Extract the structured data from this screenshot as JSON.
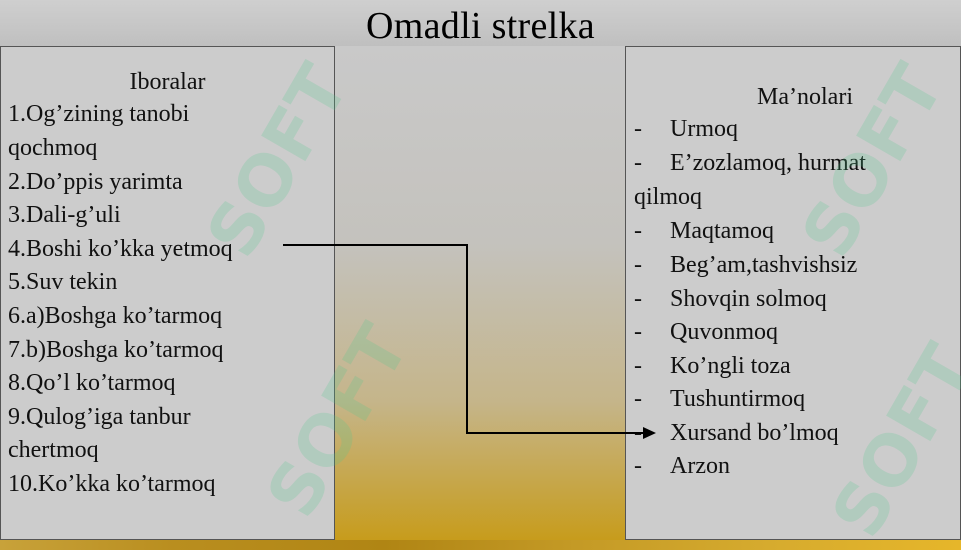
{
  "title": "Omadli strelka",
  "left": {
    "heading": "Iboralar",
    "lines": [
      "1.Og’zining tanobi",
      "qochmoq",
      "2.Do’ppis yarimta",
      "3.Dali-g’uli",
      "4.Boshi ko’kka yetmoq",
      "5.Suv tekin",
      "6.a)Boshga ko’tarmoq",
      "7.b)Boshga ko’tarmoq",
      "8.Qo’l ko’tarmoq",
      "9.Qulog’iga tanbur",
      "chertmoq",
      "10.Ko’kka ko’tarmoq"
    ]
  },
  "right": {
    "heading": "Ma’nolari",
    "items": [
      {
        "dash": "-",
        "text": "Urmoq"
      },
      {
        "dash": "-",
        "text": "E’zozlamoq, hurmat"
      },
      {
        "dash": "",
        "text": "qilmoq"
      },
      {
        "dash": "-",
        "text": "Maqtamoq"
      },
      {
        "dash": "-",
        "text": "Beg’am,tashvishsiz"
      },
      {
        "dash": "-",
        "text": "Shovqin solmoq"
      },
      {
        "dash": "-",
        "text": "Quvonmoq"
      },
      {
        "dash": "-",
        "text": "Ko’ngli toza"
      },
      {
        "dash": "-",
        "text": "Tushuntirmoq"
      },
      {
        "dash": "-",
        "text": "Xursand bo’lmoq"
      },
      {
        "dash": "-",
        "text": "Arzon"
      }
    ]
  },
  "watermark": "SOFT",
  "colors": {
    "panel": "#cccccc",
    "arrow": "#000000"
  }
}
